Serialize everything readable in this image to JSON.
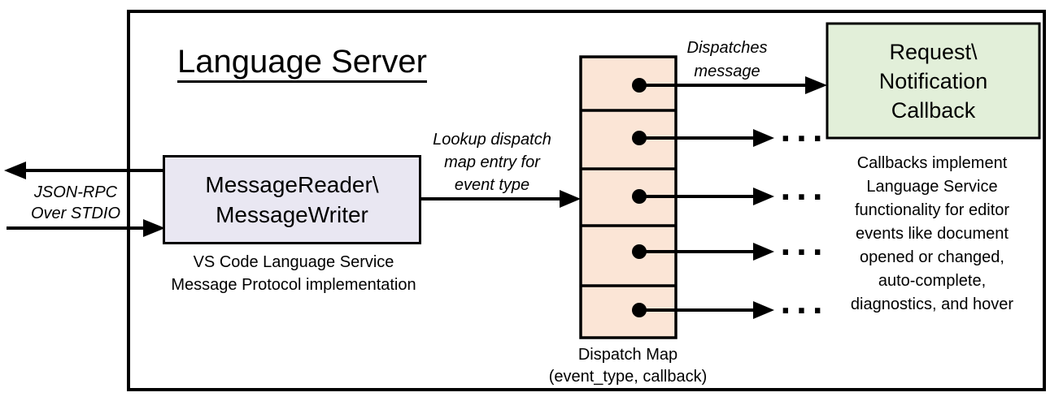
{
  "colors": {
    "reader_fill": "#e9e7f2",
    "map_fill": "#fbe5d6",
    "callback_fill": "#e2efd9",
    "line": "#000000",
    "background": "#ffffff"
  },
  "title": "Language Server",
  "reader_box": {
    "lines": [
      "MessageReader\\",
      "MessageWriter"
    ]
  },
  "reader_caption": {
    "lines": [
      "VS Code Language Service",
      "Message Protocol implementation"
    ]
  },
  "stdio_label": {
    "lines": [
      "JSON-RPC",
      "Over STDIO"
    ]
  },
  "lookup_label": {
    "lines": [
      "Lookup dispatch",
      "map entry for",
      "event type"
    ]
  },
  "dispatches_label": {
    "lines": [
      "Dispatches",
      "message"
    ]
  },
  "callback_box": {
    "lines": [
      "Request\\",
      "Notification",
      "Callback"
    ]
  },
  "callbacks_note": {
    "lines": [
      "Callbacks implement",
      "Language Service",
      "functionality for editor",
      "events like document",
      "opened or changed,",
      "auto-complete,",
      "diagnostics, and hover"
    ]
  },
  "map_caption": {
    "lines": [
      "Dispatch Map",
      "(event_type, callback)"
    ]
  },
  "ellipsis": "..."
}
